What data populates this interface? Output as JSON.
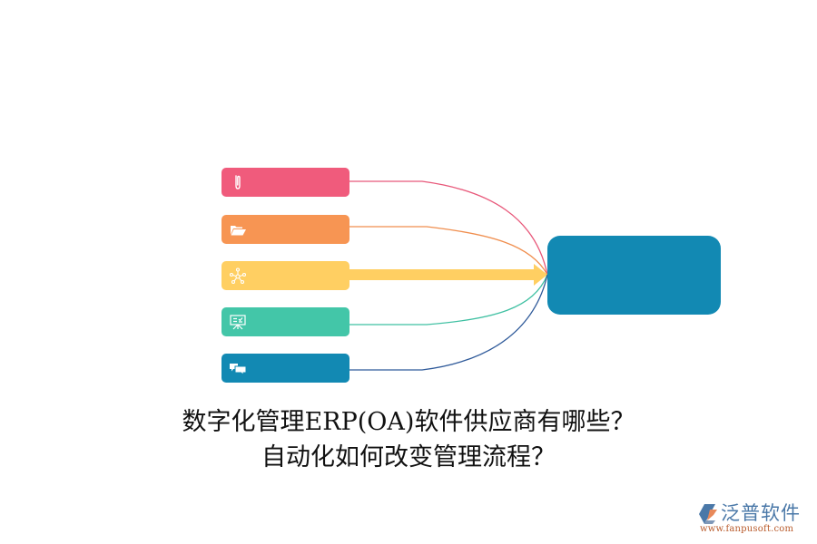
{
  "diagram": {
    "nodes": [
      {
        "id": "node-1",
        "icon": "paperclip-icon",
        "color": "#f05b7c",
        "label": ""
      },
      {
        "id": "node-2",
        "icon": "folder-open-icon",
        "color": "#f79553",
        "label": ""
      },
      {
        "id": "node-3",
        "icon": "network-icon",
        "color": "#ffcf62",
        "label": ""
      },
      {
        "id": "node-4",
        "icon": "presentation-board-icon",
        "color": "#43c6a8",
        "label": ""
      },
      {
        "id": "node-5",
        "icon": "chat-bubbles-icon",
        "color": "#1289b3",
        "label": ""
      }
    ],
    "hub": {
      "color": "#1289b3",
      "label": ""
    },
    "connectors": [
      {
        "from": "node-1",
        "to": "hub",
        "color": "#e8587a",
        "style": "curve"
      },
      {
        "from": "node-2",
        "to": "hub",
        "color": "#f08e4e",
        "style": "curve"
      },
      {
        "from": "node-3",
        "to": "hub",
        "color": "#ffcf62",
        "style": "thick-arrow"
      },
      {
        "from": "node-4",
        "to": "hub",
        "color": "#3fc0a2",
        "style": "curve"
      },
      {
        "from": "node-5",
        "to": "hub",
        "color": "#2f5a9a",
        "style": "curve"
      }
    ]
  },
  "title": {
    "line1": "数字化管理ERP(OA)软件供应商有哪些？",
    "line2": "自动化如何改变管理流程？"
  },
  "logo": {
    "brand": "泛普软件",
    "url": "www.fanpusoft.com",
    "icon": "fanpu-logo-icon"
  }
}
